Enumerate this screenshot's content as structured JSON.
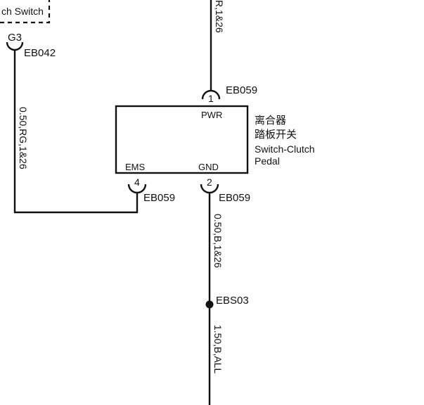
{
  "diagram": {
    "top_left_box": {
      "label": "ch Switch"
    },
    "connector_g3": {
      "id": "G3",
      "code": "EB042"
    },
    "wire_left": {
      "spec": "0.50,RG,1&26"
    },
    "wire_top": {
      "spec": "R,1&26"
    },
    "component": {
      "name_cn_line1": "离合器",
      "name_cn_line2": "踏板开关",
      "name_en_line1": "Switch-Clutch",
      "name_en_line2": "Pedal",
      "pin_pwr": "PWR",
      "pin_ems": "EMS",
      "pin_gnd": "GND"
    },
    "pin1": {
      "num": "1",
      "code": "EB059"
    },
    "pin4": {
      "num": "4",
      "code": "EB059"
    },
    "pin2": {
      "num": "2",
      "code": "EB059"
    },
    "wire_gnd_upper": {
      "spec": "0.50,B,1&26"
    },
    "splice": {
      "id": "EBS03"
    },
    "wire_gnd_lower": {
      "spec": "1.50,B,ALL"
    }
  }
}
